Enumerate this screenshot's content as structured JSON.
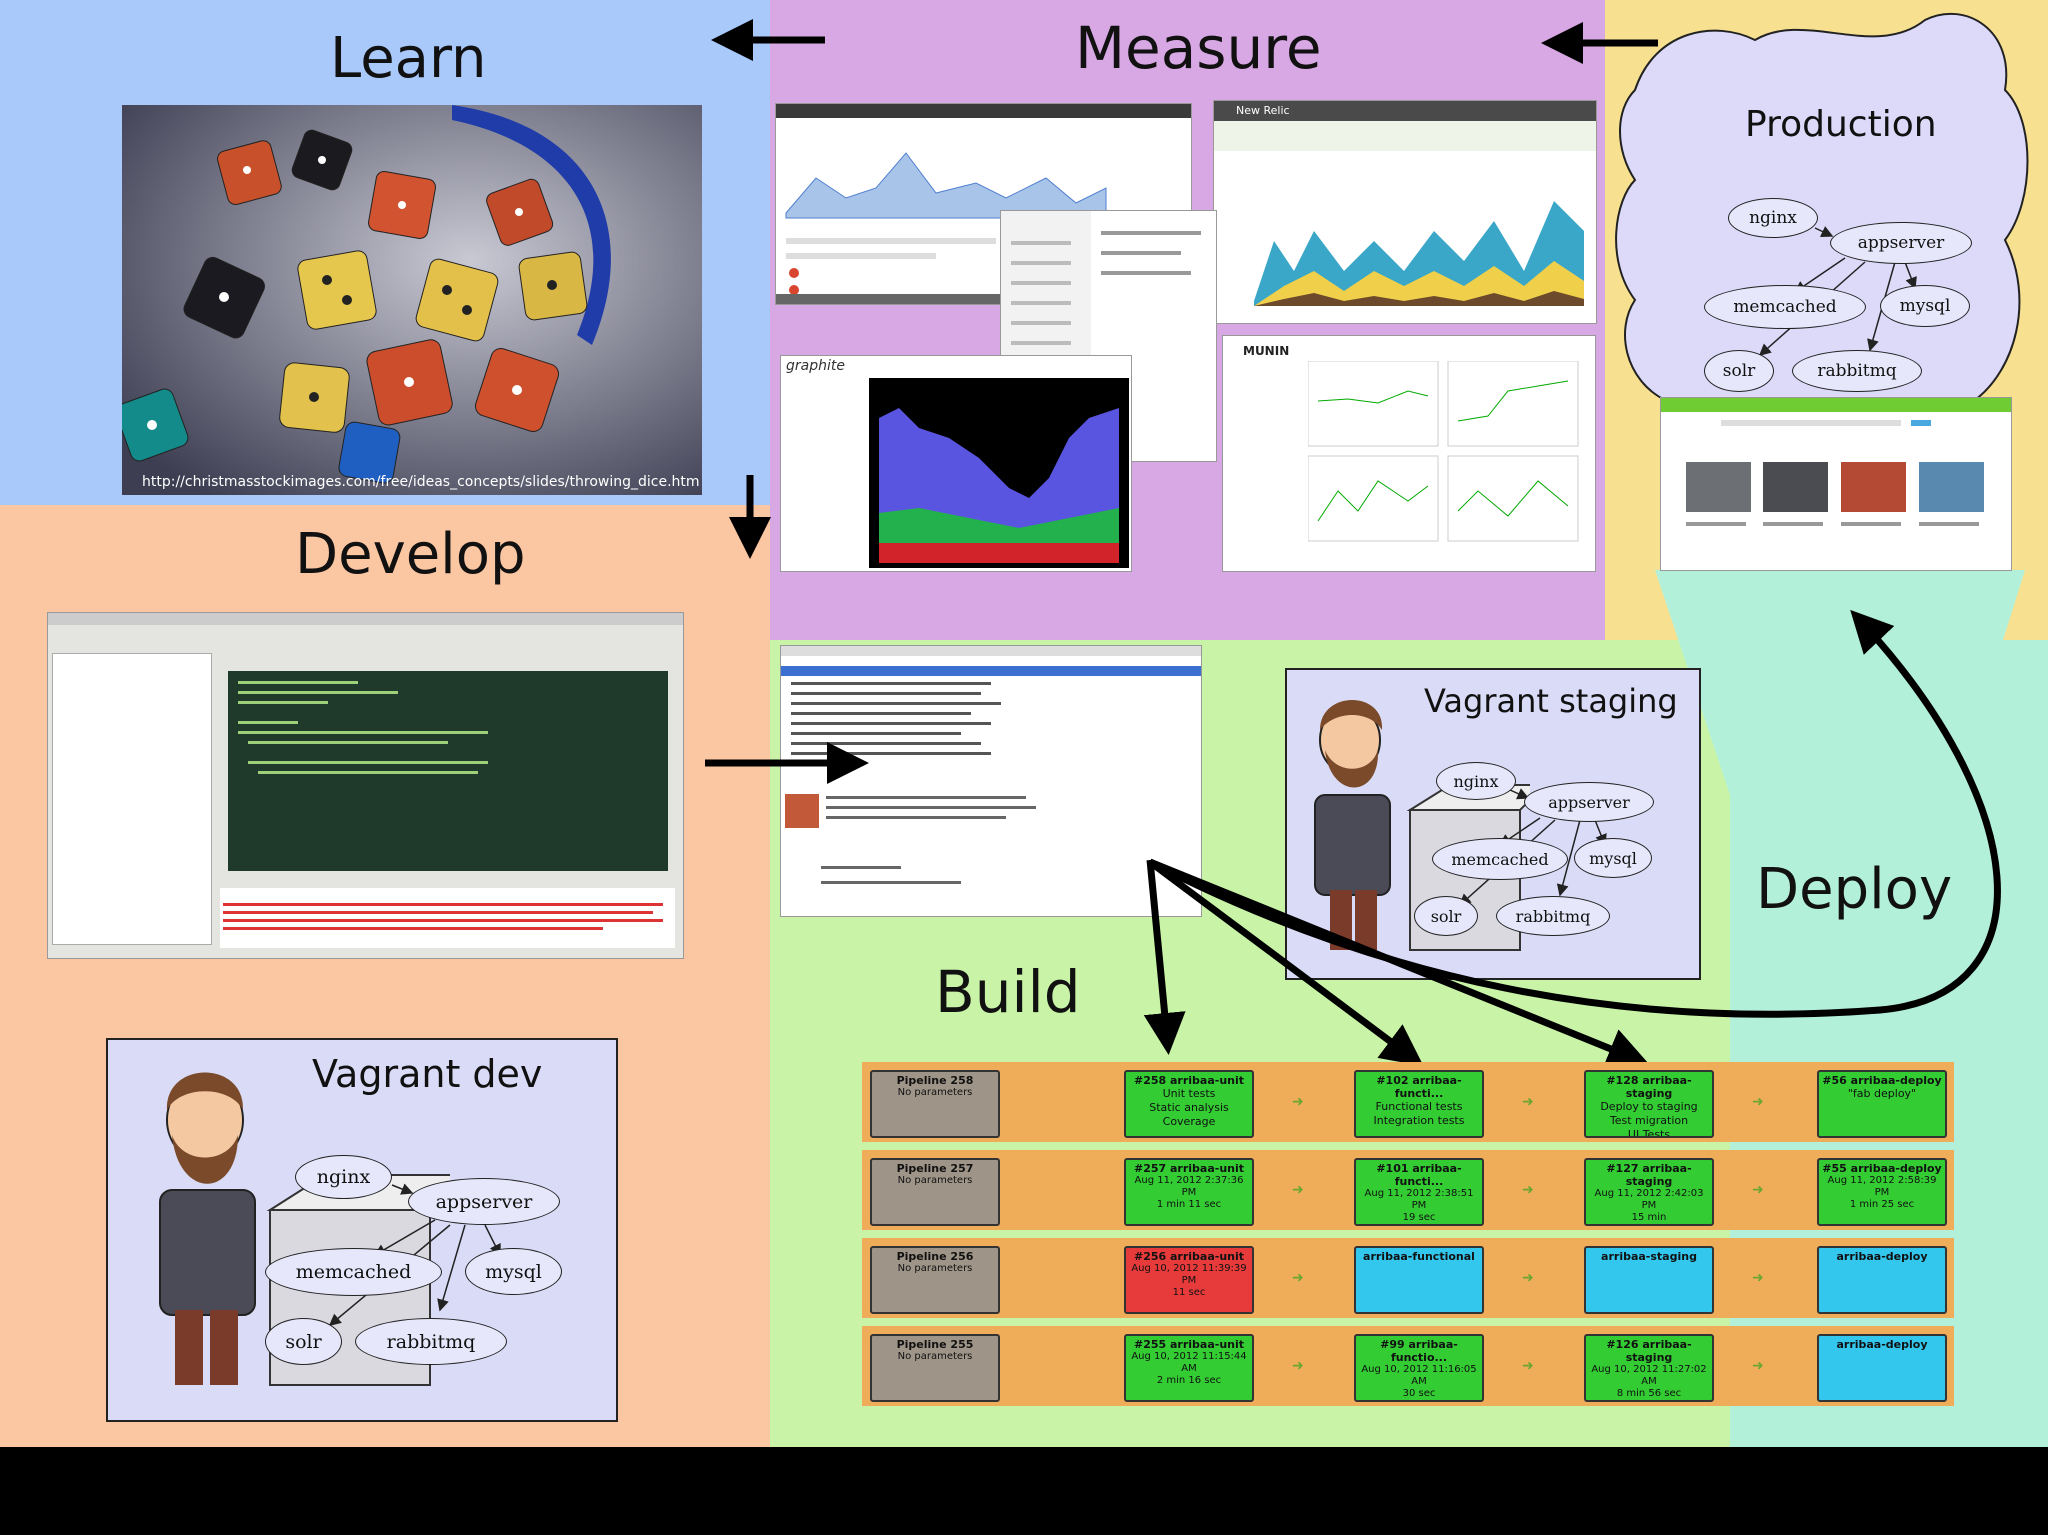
{
  "zones": {
    "learn": "Learn",
    "measure": "Measure",
    "production": "Production",
    "develop": "Develop",
    "build": "Build",
    "deploy": "Deploy"
  },
  "colors": {
    "learn": "#a9c9fb",
    "measure": "#d7a8e4",
    "production": "#f7e191",
    "develop": "#fbc6a2",
    "build": "#c9f4a7",
    "deploy": "#b3f0d9"
  },
  "learn_photo": {
    "url": "http://christmasstockimages.com/free/ideas_concepts/slides/throwing_dice.htm"
  },
  "production_graph": {
    "nodes": {
      "nginx": "nginx",
      "appserver": "appserver",
      "memcached": "memcached",
      "mysql": "mysql",
      "solr": "solr",
      "rabbitmq": "rabbitmq"
    }
  },
  "vagrant_staging": {
    "title": "Vagrant staging",
    "nodes": {
      "nginx": "nginx",
      "appserver": "appserver",
      "memcached": "memcached",
      "mysql": "mysql",
      "solr": "solr",
      "rabbitmq": "rabbitmq"
    }
  },
  "vagrant_dev": {
    "title": "Vagrant dev",
    "nodes": {
      "nginx": "nginx",
      "appserver": "appserver",
      "memcached": "memcached",
      "mysql": "mysql",
      "solr": "solr",
      "rabbitmq": "rabbitmq"
    }
  },
  "measure_screens": {
    "newrelic": "New Relic",
    "graphite": "graphite",
    "munin": "MUNIN"
  },
  "pipeline": {
    "rows": [
      {
        "name": "Pipeline 258",
        "params": "No parameters",
        "stages": [
          {
            "head": "#258 arribaa-unit",
            "lines": [
              "Unit tests",
              "Static analysis",
              "Coverage"
            ],
            "status": "green"
          },
          {
            "head": "#102 arribaa-functi...",
            "lines": [
              "Functional tests",
              "Integration tests"
            ],
            "status": "green"
          },
          {
            "head": "#128 arribaa-staging",
            "lines": [
              "Deploy to staging",
              "Test migration",
              "UI Tests"
            ],
            "status": "green"
          },
          {
            "head": "#56 arribaa-deploy",
            "lines": [
              "\"fab deploy\""
            ],
            "status": "green"
          }
        ]
      },
      {
        "name": "Pipeline 257",
        "params": "No parameters",
        "stages": [
          {
            "head": "#257 arribaa-unit",
            "lines": [
              "Aug 11, 2012 2:37:36 PM",
              "1 min 11 sec"
            ],
            "status": "green"
          },
          {
            "head": "#101 arribaa-functi...",
            "lines": [
              "Aug 11, 2012 2:38:51 PM",
              "19 sec"
            ],
            "status": "green"
          },
          {
            "head": "#127 arribaa-staging",
            "lines": [
              "Aug 11, 2012 2:42:03 PM",
              "15 min"
            ],
            "status": "green"
          },
          {
            "head": "#55 arribaa-deploy",
            "lines": [
              "Aug 11, 2012 2:58:39 PM",
              "1 min 25 sec"
            ],
            "status": "green"
          }
        ]
      },
      {
        "name": "Pipeline 256",
        "params": "No parameters",
        "stages": [
          {
            "head": "#256 arribaa-unit",
            "lines": [
              "Aug 10, 2012 11:39:39 PM",
              "11 sec"
            ],
            "status": "red"
          },
          {
            "head": "arribaa-functional",
            "lines": [],
            "status": "blue"
          },
          {
            "head": "arribaa-staging",
            "lines": [],
            "status": "blue"
          },
          {
            "head": "arribaa-deploy",
            "lines": [],
            "status": "blue"
          }
        ]
      },
      {
        "name": "Pipeline 255",
        "params": "No parameters",
        "stages": [
          {
            "head": "#255 arribaa-unit",
            "lines": [
              "Aug 10, 2012 11:15:44 AM",
              "2 min 16 sec"
            ],
            "status": "green"
          },
          {
            "head": "#99 arribaa-functio...",
            "lines": [
              "Aug 10, 2012 11:16:05 AM",
              "30 sec"
            ],
            "status": "green"
          },
          {
            "head": "#126 arribaa-staging",
            "lines": [
              "Aug 10, 2012 11:27:02 AM",
              "8 min 56 sec"
            ],
            "status": "green"
          },
          {
            "head": "arribaa-deploy",
            "lines": [],
            "status": "blue"
          }
        ]
      }
    ]
  }
}
